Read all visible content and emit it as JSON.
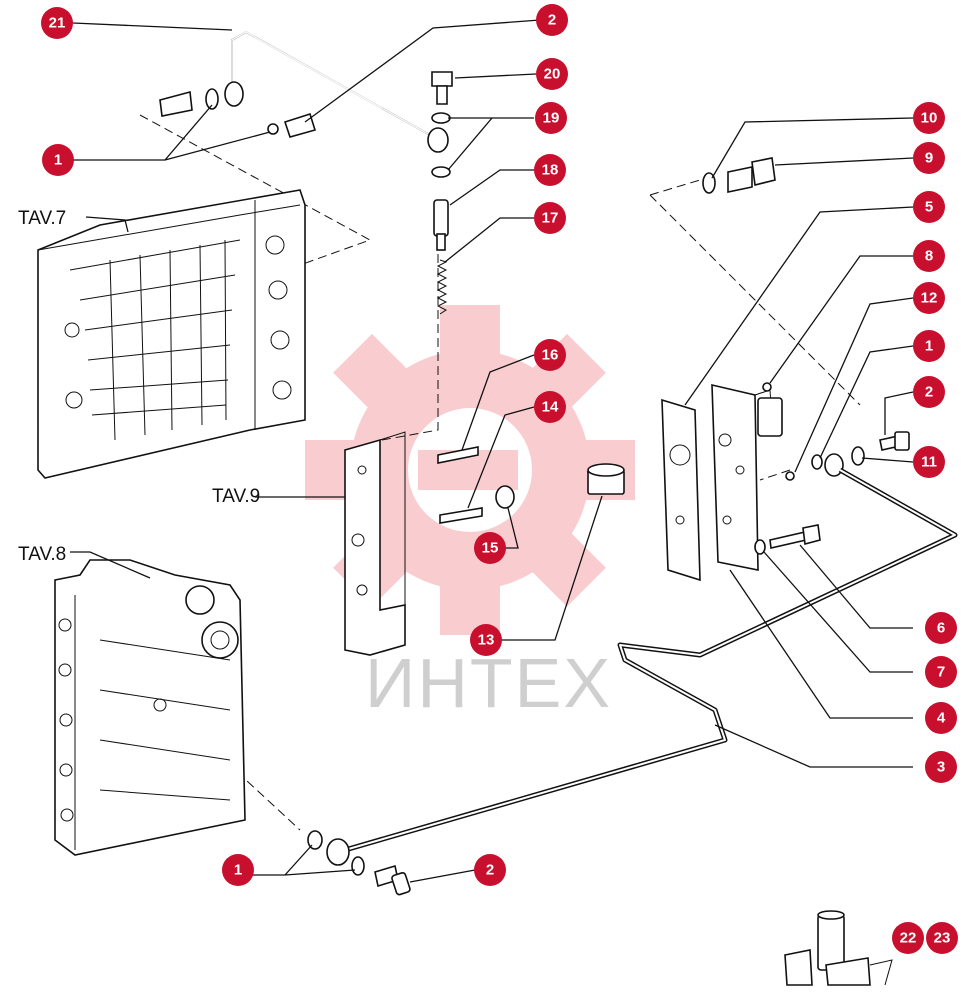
{
  "diagram": {
    "watermark_text": "ИНТЕХ",
    "tables": {
      "tav7": "TAV.7",
      "tav8": "TAV.8",
      "tav9": "TAV.9"
    },
    "callouts": [
      {
        "id": "c21",
        "label": "21"
      },
      {
        "id": "c2a",
        "label": "2"
      },
      {
        "id": "c20",
        "label": "20"
      },
      {
        "id": "c19",
        "label": "19"
      },
      {
        "id": "c1a",
        "label": "1"
      },
      {
        "id": "c18",
        "label": "18"
      },
      {
        "id": "c17",
        "label": "17"
      },
      {
        "id": "c10",
        "label": "10"
      },
      {
        "id": "c9",
        "label": "9"
      },
      {
        "id": "c5",
        "label": "5"
      },
      {
        "id": "c8",
        "label": "8"
      },
      {
        "id": "c12",
        "label": "12"
      },
      {
        "id": "c1b",
        "label": "1"
      },
      {
        "id": "c2b",
        "label": "2"
      },
      {
        "id": "c11",
        "label": "11"
      },
      {
        "id": "c16",
        "label": "16"
      },
      {
        "id": "c14",
        "label": "14"
      },
      {
        "id": "c15",
        "label": "15"
      },
      {
        "id": "c13",
        "label": "13"
      },
      {
        "id": "c6",
        "label": "6"
      },
      {
        "id": "c7",
        "label": "7"
      },
      {
        "id": "c4",
        "label": "4"
      },
      {
        "id": "c3",
        "label": "3"
      },
      {
        "id": "c1c",
        "label": "1"
      },
      {
        "id": "c2c",
        "label": "2"
      },
      {
        "id": "c22",
        "label": "22"
      },
      {
        "id": "c23",
        "label": "23"
      }
    ]
  }
}
